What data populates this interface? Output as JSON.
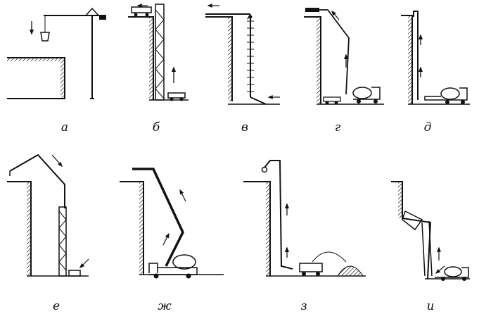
{
  "panels": [
    {
      "id": "a",
      "label": "а"
    },
    {
      "id": "b",
      "label": "б"
    },
    {
      "id": "v",
      "label": "в"
    },
    {
      "id": "g",
      "label": "г"
    },
    {
      "id": "d",
      "label": "д"
    },
    {
      "id": "e",
      "label": "е"
    },
    {
      "id": "zh",
      "label": "ж"
    },
    {
      "id": "z",
      "label": "з"
    },
    {
      "id": "i",
      "label": "и"
    }
  ],
  "colors": {
    "ink": "#111111",
    "background": "#ffffff"
  }
}
